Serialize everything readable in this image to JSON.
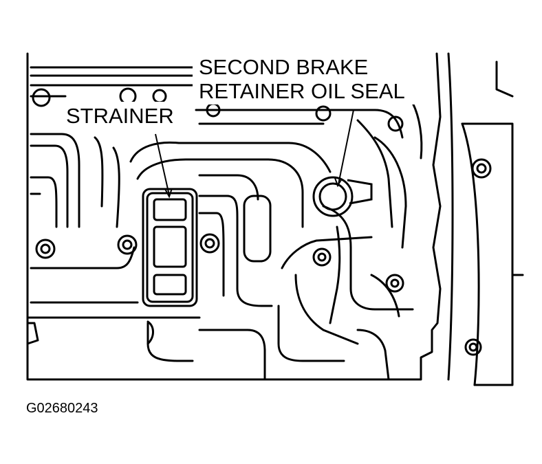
{
  "figure": {
    "labels": {
      "second_brake_line1": "SECOND BRAKE",
      "second_brake_line2": "RETAINER OIL SEAL",
      "strainer": "STRAINER"
    },
    "figure_id": "G02680243"
  },
  "colors": {
    "ink": "#000000",
    "paper": "#ffffff"
  }
}
